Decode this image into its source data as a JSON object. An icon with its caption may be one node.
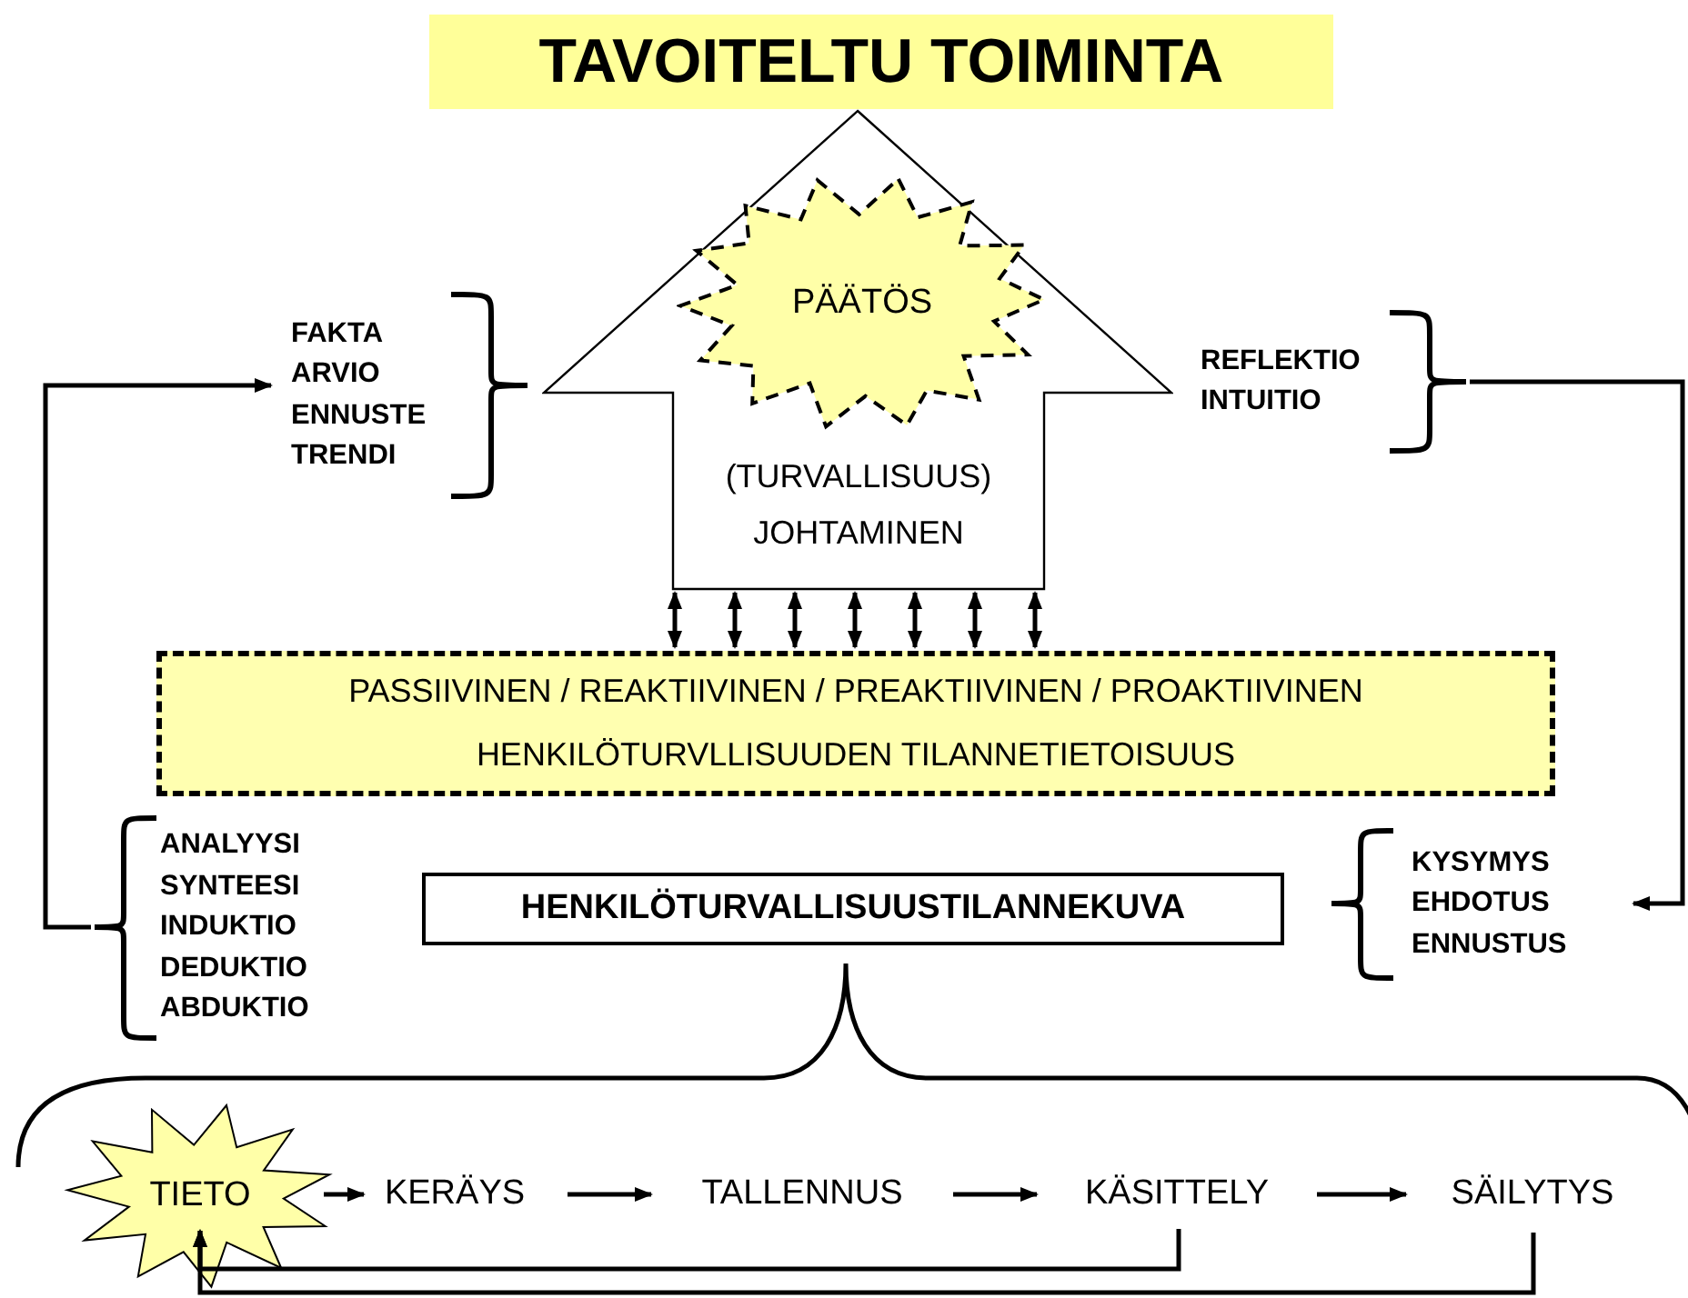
{
  "diagram": {
    "title": "TAVOITELTU TOIMINTA",
    "nodes": [
      {
        "text": [
          "(TURVALLISUUS) JOHTAMINEN"
        ]
      },
      {
        "text": [
          "PÄÄTÖS"
        ],
        "in": 0
      },
      {
        "text": [
          "FAKTA",
          "ARVIO",
          "ENNUSTE",
          "TRENDI"
        ]
      },
      {
        "text": [
          "REFLEKTIO",
          "INTUITIO"
        ]
      },
      {
        "text": [
          "PASSIIVINEN / REAKTIIVINEN / PREAKTIIVINEN / PROAKTIIVINEN",
          "HENKILÖTURVLLISUUDEN TILANNETIETOISUUS"
        ]
      },
      {
        "text": [
          "ANALYYSI",
          "SYNTEESI",
          "INDUKTIO",
          "DEDUKTIO",
          "ABDUKTIO"
        ]
      },
      {
        "text": [
          "HENKILÖTURVALLISUUSTILANNEKUVA"
        ]
      },
      {
        "text": [
          "KYSYMYS",
          "EHDOTUS",
          "ENNUSTUS"
        ]
      },
      {
        "text": [
          "TIETO"
        ]
      },
      {
        "text": [
          "KERÄYS"
        ]
      },
      {
        "text": [
          "TALLENNUS"
        ]
      },
      {
        "text": [
          "KÄSITTELY"
        ]
      },
      {
        "text": [
          "SÄILYTYS"
        ]
      }
    ],
    "edges": [
      {
        "from": 0,
        "to": 4,
        "arrow": "both"
      },
      {
        "from": 0,
        "to": 4,
        "arrow": "both"
      },
      {
        "from": 0,
        "to": 4,
        "arrow": "both"
      },
      {
        "from": 0,
        "to": 4,
        "arrow": "both"
      },
      {
        "from": 0,
        "to": 4,
        "arrow": "both"
      },
      {
        "from": 0,
        "to": 4,
        "arrow": "both"
      },
      {
        "from": 0,
        "to": 4,
        "arrow": "both"
      },
      {
        "from": 5,
        "to": 2,
        "arrow": "to"
      },
      {
        "from": 3,
        "to": 7,
        "arrow": "to"
      },
      {
        "from": 8,
        "to": 9,
        "arrow": "to"
      },
      {
        "from": 9,
        "to": 10,
        "arrow": "to"
      },
      {
        "from": 10,
        "to": 11,
        "arrow": "to"
      },
      {
        "from": 11,
        "to": 12,
        "arrow": "to"
      },
      {
        "from": 11,
        "to": 8,
        "arrow": "to"
      },
      {
        "from": 12,
        "to": 8,
        "arrow": "to"
      }
    ]
  }
}
